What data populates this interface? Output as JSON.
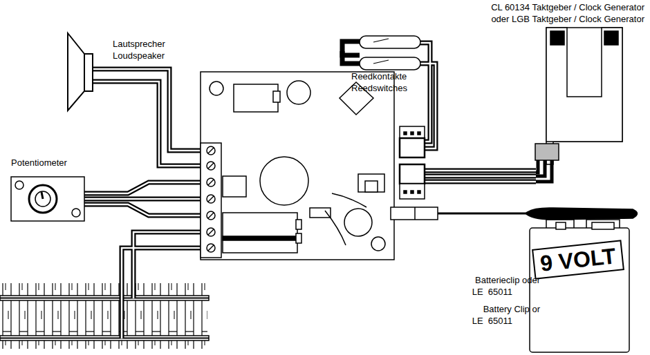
{
  "diagram": {
    "nodes": [
      {
        "text": [
          "9 VOLT"
        ]
      }
    ],
    "labels": [
      "Lautsprecher",
      "Loudspeaker",
      "Potentiometer",
      "Reedkontakte",
      "Reedswitches",
      "CL 60134 Taktgeber / Clock Generator",
      "oder LGB Taktgeber / Clock Generator",
      "Batterieclip oder",
      "LE  65011",
      "Battery Clip or",
      "LE  65011"
    ]
  }
}
